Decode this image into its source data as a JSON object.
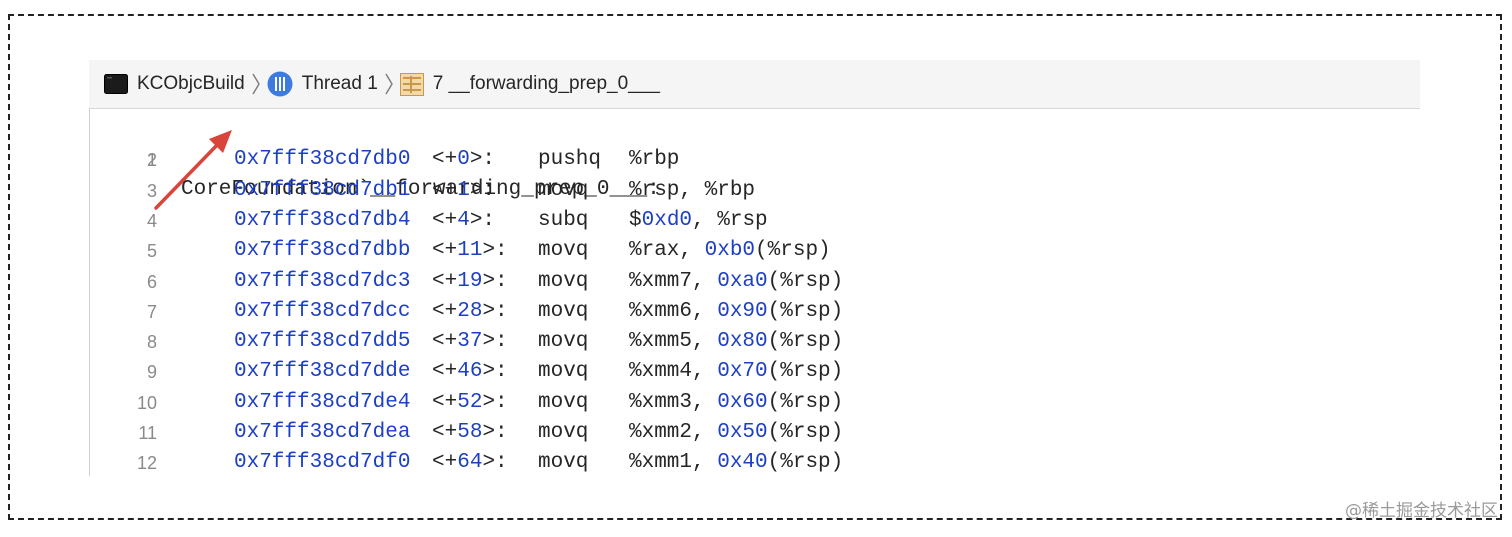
{
  "breadcrumb": {
    "project": "KCObjcBuild",
    "thread": "Thread 1",
    "frame": "7 __forwarding_prep_0___"
  },
  "watermark": "@稀土掘金技术社区",
  "colors": {
    "address": "#1d3fc4",
    "text": "#262626",
    "line_number": "#8a8a8a",
    "arrow": "#d9453b"
  },
  "disassembly": {
    "label_line": {
      "num": "1",
      "text": "CoreFoundation`__forwarding_prep_0___:"
    },
    "lines": [
      {
        "num": "2",
        "addr": "0x7fff38cd7db0",
        "off_pre": "<+",
        "off_num": "0",
        "off_post": ">:",
        "mnem": "pushq",
        "op_a": "%rbp",
        "op_hex": "",
        "op_b": ""
      },
      {
        "num": "3",
        "addr": "0x7fff38cd7db1",
        "off_pre": "<+",
        "off_num": "1",
        "off_post": ">:",
        "mnem": "movq",
        "op_a": "%rsp, %rbp",
        "op_hex": "",
        "op_b": ""
      },
      {
        "num": "4",
        "addr": "0x7fff38cd7db4",
        "off_pre": "<+",
        "off_num": "4",
        "off_post": ">:",
        "mnem": "subq",
        "op_a": "$",
        "op_hex": "0xd0",
        "op_b": ", %rsp"
      },
      {
        "num": "5",
        "addr": "0x7fff38cd7dbb",
        "off_pre": "<+",
        "off_num": "11",
        "off_post": ">:",
        "mnem": "movq",
        "op_a": "%rax, ",
        "op_hex": "0xb0",
        "op_b": "(%rsp)"
      },
      {
        "num": "6",
        "addr": "0x7fff38cd7dc3",
        "off_pre": "<+",
        "off_num": "19",
        "off_post": ">:",
        "mnem": "movq",
        "op_a": "%xmm7, ",
        "op_hex": "0xa0",
        "op_b": "(%rsp)"
      },
      {
        "num": "7",
        "addr": "0x7fff38cd7dcc",
        "off_pre": "<+",
        "off_num": "28",
        "off_post": ">:",
        "mnem": "movq",
        "op_a": "%xmm6, ",
        "op_hex": "0x90",
        "op_b": "(%rsp)"
      },
      {
        "num": "8",
        "addr": "0x7fff38cd7dd5",
        "off_pre": "<+",
        "off_num": "37",
        "off_post": ">:",
        "mnem": "movq",
        "op_a": "%xmm5, ",
        "op_hex": "0x80",
        "op_b": "(%rsp)"
      },
      {
        "num": "9",
        "addr": "0x7fff38cd7dde",
        "off_pre": "<+",
        "off_num": "46",
        "off_post": ">:",
        "mnem": "movq",
        "op_a": "%xmm4, ",
        "op_hex": "0x70",
        "op_b": "(%rsp)"
      },
      {
        "num": "10",
        "addr": "0x7fff38cd7de4",
        "off_pre": "<+",
        "off_num": "52",
        "off_post": ">:",
        "mnem": "movq",
        "op_a": "%xmm3, ",
        "op_hex": "0x60",
        "op_b": "(%rsp)"
      },
      {
        "num": "11",
        "addr": "0x7fff38cd7dea",
        "off_pre": "<+",
        "off_num": "58",
        "off_post": ">:",
        "mnem": "movq",
        "op_a": "%xmm2, ",
        "op_hex": "0x50",
        "op_b": "(%rsp)"
      },
      {
        "num": "12",
        "addr": "0x7fff38cd7df0",
        "off_pre": "<+",
        "off_num": "64",
        "off_post": ">:",
        "mnem": "movq",
        "op_a": "%xmm1, ",
        "op_hex": "0x40",
        "op_b": "(%rsp)"
      }
    ]
  }
}
